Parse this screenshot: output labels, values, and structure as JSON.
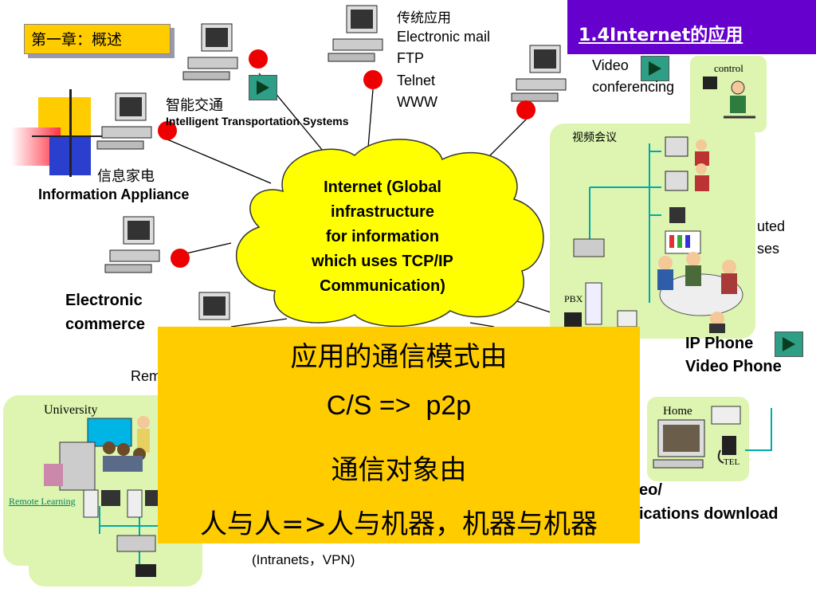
{
  "chapter": "第一章：概述",
  "title": "1.4Internet的应用",
  "cloud": {
    "line1": "Internet (Global",
    "line2": "infrastructure",
    "line3": "for information",
    "line4": "which uses TCP/IP",
    "line5": "Communication)"
  },
  "traditional": {
    "heading": "传统应用",
    "items": [
      "Electronic mail",
      "FTP",
      "Telnet",
      "WWW"
    ]
  },
  "its": {
    "cn": "智能交通",
    "en": "Intelligent Transportation Systems"
  },
  "appliance": {
    "cn": "信息家电",
    "en": "Information Appliance"
  },
  "ecommerce": {
    "line1": "Electronic",
    "line2": "commerce"
  },
  "remote_partial": "Rem",
  "video_conf": {
    "line1": "Video",
    "line2": "conferencing"
  },
  "control": "control",
  "video_meeting_cn": "视频会议",
  "pbx": "PBX",
  "distributed": {
    "line1": "uted",
    "line2": "ses"
  },
  "ip_phone": {
    "line1": "IP Phone",
    "line2": "Video Phone"
  },
  "home": "Home",
  "tel": "TEL",
  "download": {
    "line1": "eo/",
    "line2": "ications download"
  },
  "university": "University",
  "remote_learning": "Remote Learning",
  "intranets": "(Intranets，VPN)",
  "overlay": {
    "line1": "应用的通信模式由",
    "line2": "C/S =>  p2p",
    "line3": "通信对象由",
    "line4": "人与人=>人与机器，机器与机器"
  }
}
